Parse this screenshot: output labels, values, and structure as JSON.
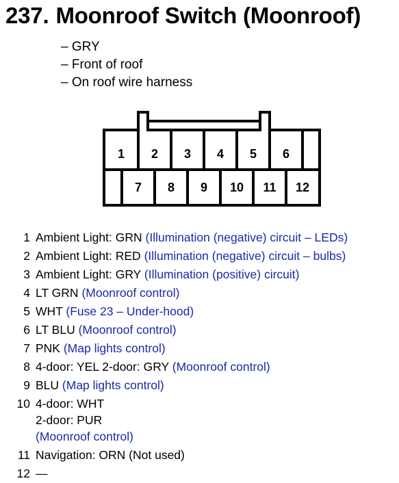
{
  "title": {
    "number": "237.",
    "text": "Moonroof Switch (Moonroof)"
  },
  "notes": [
    "GRY",
    "Front of roof",
    "On roof wire harness"
  ],
  "connector": {
    "top_row": [
      "1",
      "2",
      "3",
      "4",
      "5",
      "6"
    ],
    "bottom_row": [
      "7",
      "8",
      "9",
      "10",
      "11",
      "12"
    ]
  },
  "pins": [
    {
      "pin": "1",
      "wire": "Ambient Light: GRN",
      "desc": "(Illumination (negative) circuit – LEDs)"
    },
    {
      "pin": "2",
      "wire": "Ambient Light: RED",
      "desc": "(Illumination (negative) circuit – bulbs)"
    },
    {
      "pin": "3",
      "wire": "Ambient Light: GRY",
      "desc": "(Illumination (positive) circuit)"
    },
    {
      "pin": "4",
      "wire": "LT GRN",
      "desc": "(Moonroof control)"
    },
    {
      "pin": "5",
      "wire": "WHT",
      "desc": "(Fuse 23 – Under-hood)"
    },
    {
      "pin": "6",
      "wire": "LT BLU",
      "desc": "(Moonroof control)"
    },
    {
      "pin": "7",
      "wire": "PNK",
      "desc": "(Map lights control)"
    },
    {
      "pin": "8",
      "wire": "4-door: YEL 2-door: GRY",
      "desc": "(Moonroof control)"
    },
    {
      "pin": "9",
      "wire": "BLU",
      "desc": "(Map lights control)"
    },
    {
      "pin": "10",
      "wire_line1": "4-door: WHT",
      "wire_line2": "2-door: PUR",
      "desc": "(Moonroof control)"
    },
    {
      "pin": "11",
      "wire": "Navigation: ORN (Not used)",
      "desc": ""
    },
    {
      "pin": "12",
      "wire": "—",
      "desc": ""
    }
  ],
  "colors": {
    "text": "#000000",
    "description": "#1a2aa6"
  }
}
